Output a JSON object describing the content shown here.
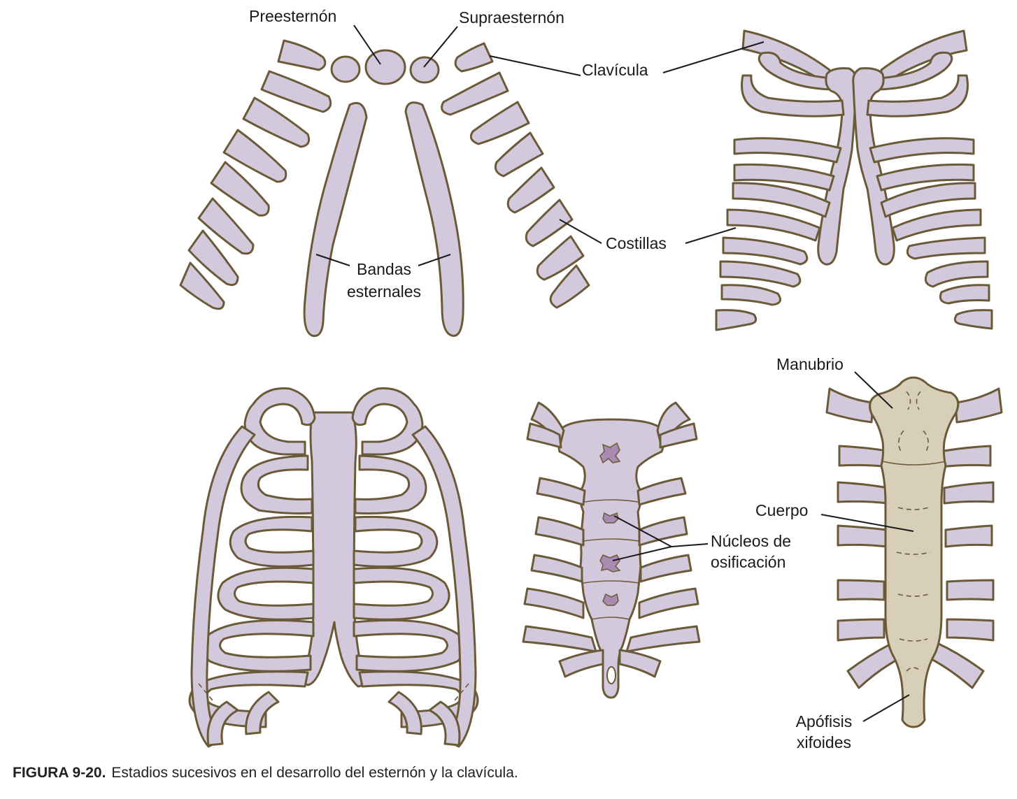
{
  "labels": {
    "presternum": "Preesternón",
    "suprasternum": "Supraesternón",
    "clavicle": "Clavícula",
    "ribs": "Costillas",
    "sternal_bands_line1": "Bandas",
    "sternal_bands_line2": "esternales",
    "manubrium": "Manubrio",
    "body": "Cuerpo",
    "ossification_line1": "Núcleos de",
    "ossification_line2": "osificación",
    "xiphoid_line1": "Apófisis",
    "xiphoid_line2": "xifoides"
  },
  "caption": {
    "label": "FIGURA 9-20.",
    "text": "Estadios sucesivos en el desarrollo del esternón y la clavícula."
  },
  "colors": {
    "cartilage": "#d3c9dc",
    "bone": "#d8cfb8",
    "outline": "#6b5a38",
    "ossification": "#a88ab3"
  }
}
